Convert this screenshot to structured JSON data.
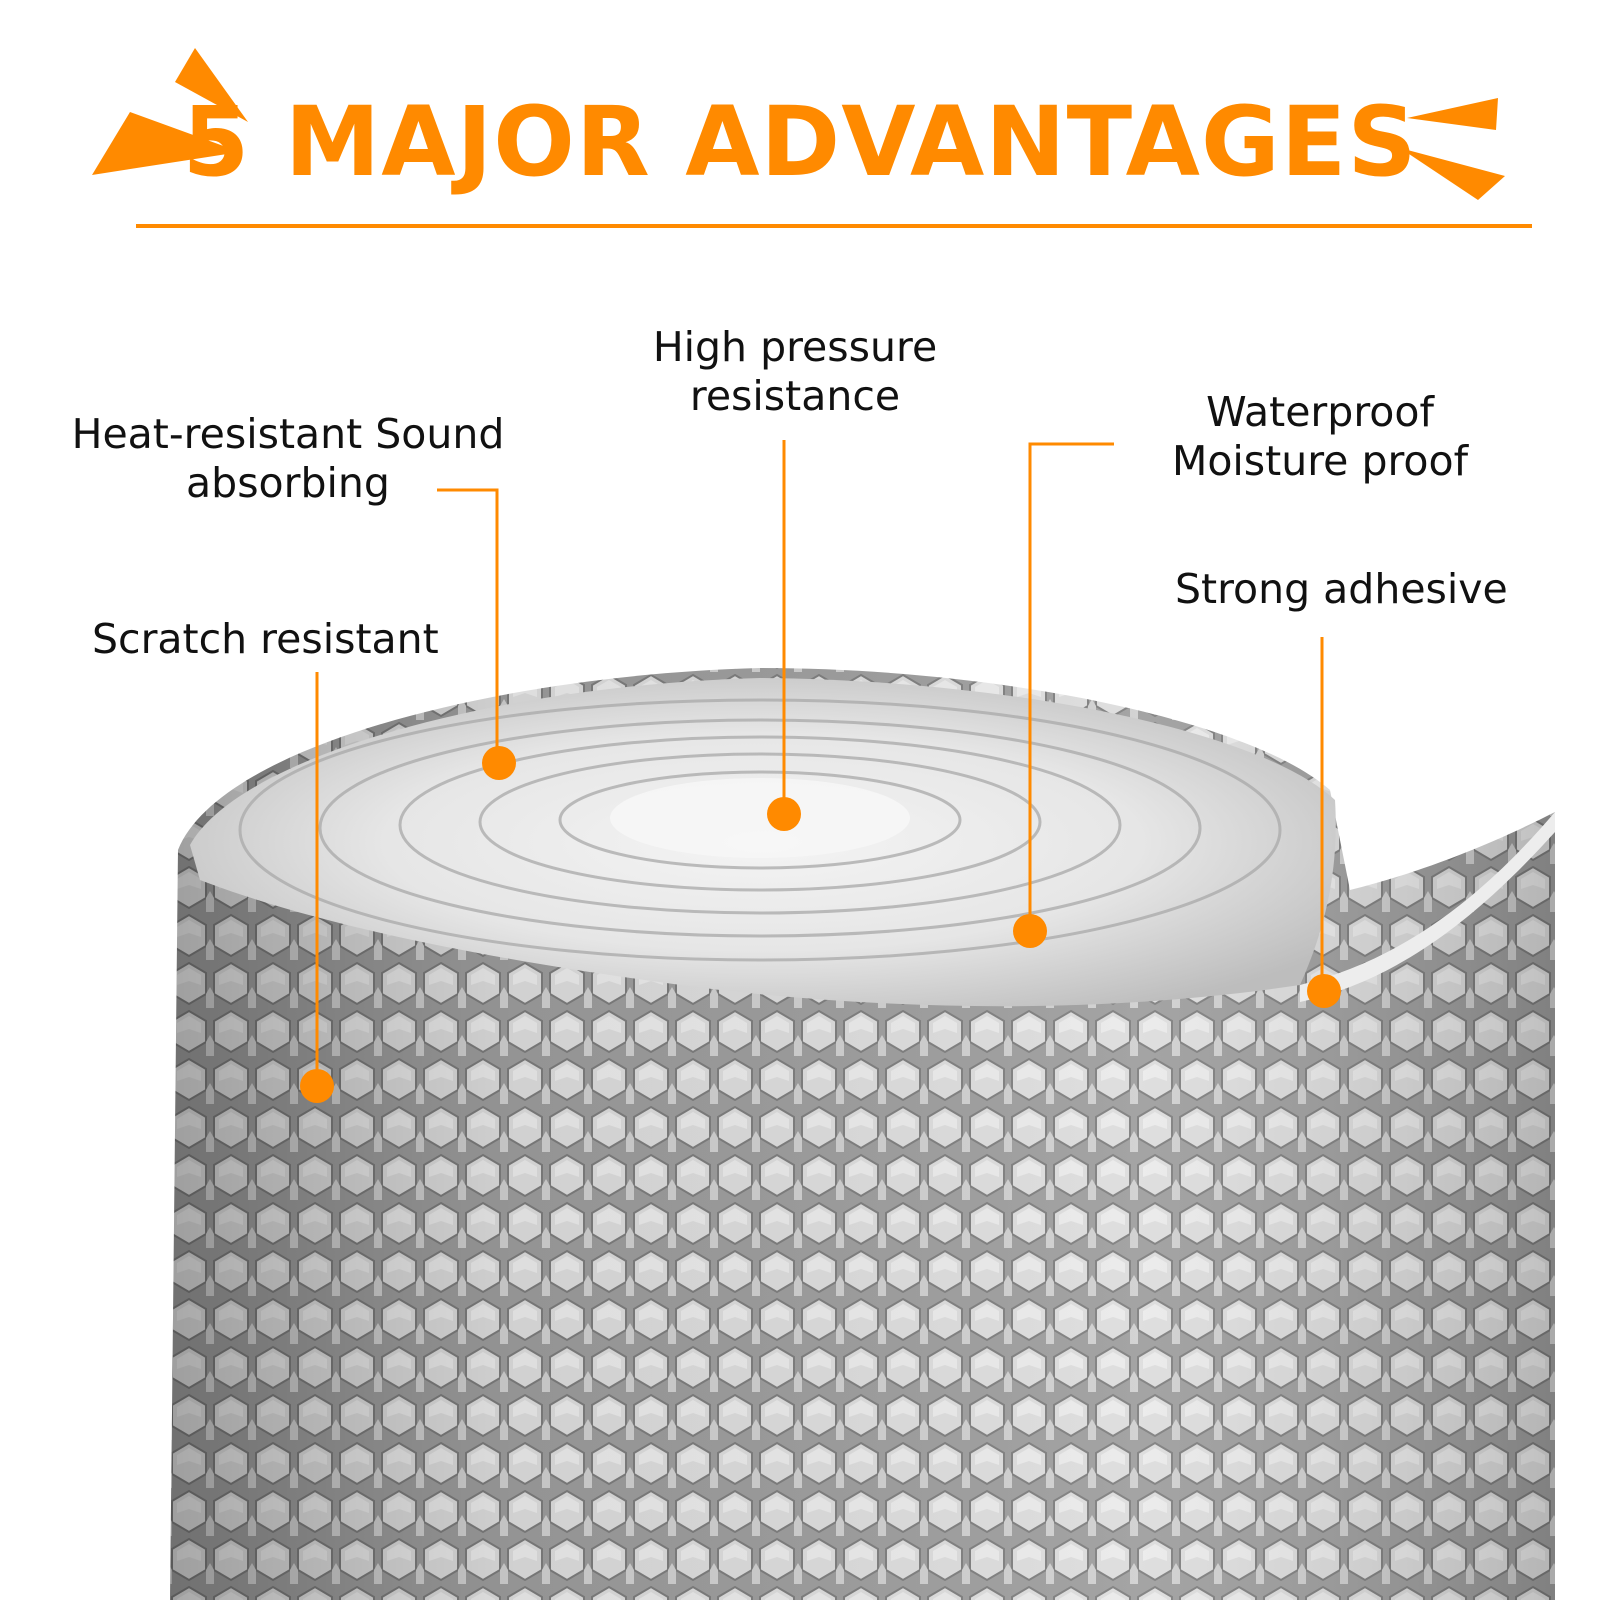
{
  "title": "5 MAJOR ADVANTAGES",
  "colors": {
    "accent": "#ff8a00",
    "callout_line": "#ff8a00",
    "text": "#111111",
    "foil": "#c8c8c8"
  },
  "features": [
    {
      "lines": [
        "Heat-resistant Sound",
        "absorbing"
      ]
    },
    {
      "lines": [
        "High pressure",
        "resistance"
      ]
    },
    {
      "lines": [
        "Waterproof",
        "Moisture proof"
      ]
    },
    {
      "lines": [
        "Strong adhesive"
      ]
    },
    {
      "lines": [
        "Scratch resistant"
      ]
    }
  ]
}
